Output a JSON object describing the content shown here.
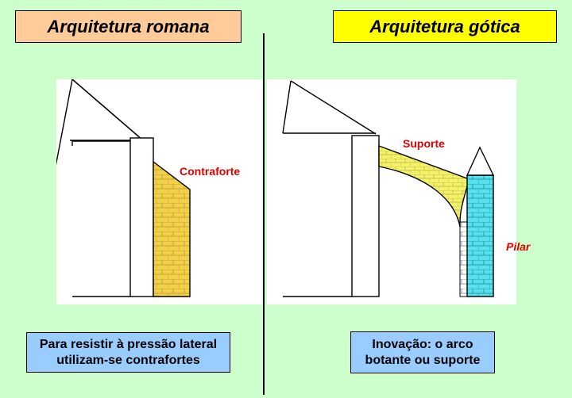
{
  "left_panel": {
    "title": "Arquitetura romana",
    "label": "Contraforte",
    "caption_line1": "Para resistir à pressão lateral",
    "caption_line2": "utilizam-se contrafortes"
  },
  "right_panel": {
    "title": "Arquitetura gótica",
    "label_support": "Suporte",
    "label_pillar": "Pilar",
    "caption_line1": "Inovação: o arco",
    "caption_line2": "botante ou suporte"
  },
  "colors": {
    "background": "#ccffcc",
    "title_left_bg": "#ffcc99",
    "title_right_bg": "#ffff00",
    "caption_bg": "#99ccff",
    "buttress": "#f2d04a",
    "flying_buttress": "#f3f26a",
    "pillar": "#55e0ee",
    "label": "#e00000"
  }
}
